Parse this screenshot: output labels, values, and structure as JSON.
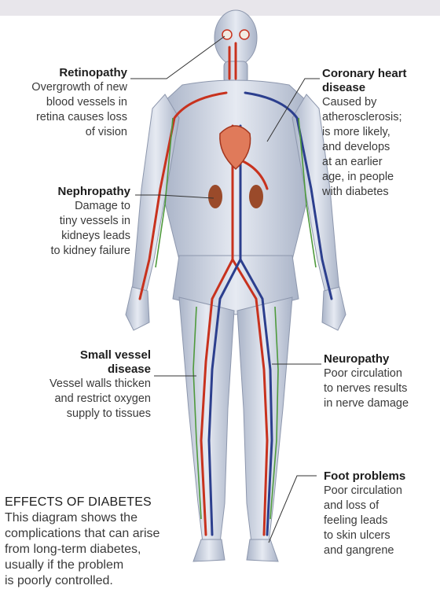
{
  "labels": {
    "retinopathy": {
      "title": "Retinopathy",
      "desc": "Overgrowth of new\nblood vessels in\nretina causes loss\nof vision"
    },
    "nephropathy": {
      "title": "Nephropathy",
      "desc": "Damage to\ntiny vessels in\nkidneys leads\nto kidney failure"
    },
    "small_vessel": {
      "title": "Small vessel\ndisease",
      "desc": "Vessel walls thicken\nand restrict oxygen\nsupply to tissues"
    },
    "coronary": {
      "title": "Coronary heart\ndisease",
      "desc": "Caused by\natherosclerosis;\nis more likely,\nand develops\nat an earlier\nage, in people\nwith diabetes"
    },
    "neuropathy": {
      "title": "Neuropathy",
      "desc": "Poor circulation\nto nerves results\nin nerve damage"
    },
    "foot": {
      "title": "Foot problems",
      "desc": "Poor circulation\nand loss of\nfeeling leads\nto skin ulcers\nand gangrene"
    }
  },
  "effects": {
    "heading": "EFFECTS OF DIABETES",
    "body": "This diagram shows the\ncomplications that can arise\nfrom long-term diabetes,\nusually if the problem\nis poorly controlled."
  },
  "colors": {
    "artery": "#c8321e",
    "vein": "#2c3f8e",
    "nerve": "#4e9a3c",
    "body": "#b9c3d6"
  }
}
